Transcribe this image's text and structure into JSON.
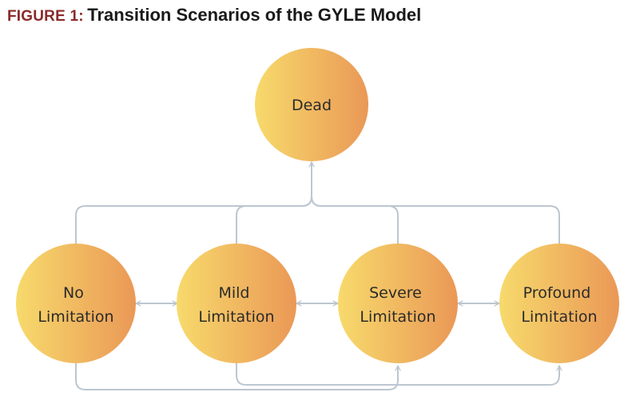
{
  "figure": {
    "prefix": "FIGURE 1:",
    "title": "Transition Scenarios of the GYLE Model"
  },
  "nodes": {
    "dead": [
      "Dead"
    ],
    "no_limitation": [
      "No",
      "Limitation"
    ],
    "mild_limitation": [
      "Mild",
      "Limitation"
    ],
    "severe_limitation": [
      "Severe",
      "Limitation"
    ],
    "profound_limitation": [
      "Profound",
      "Limitation"
    ]
  },
  "colors": {
    "node_gradient_start": "#f7da6c",
    "node_gradient_end": "#ea9856",
    "connector": "#bcc6d0",
    "title_prefix": "#8a2a2a"
  }
}
